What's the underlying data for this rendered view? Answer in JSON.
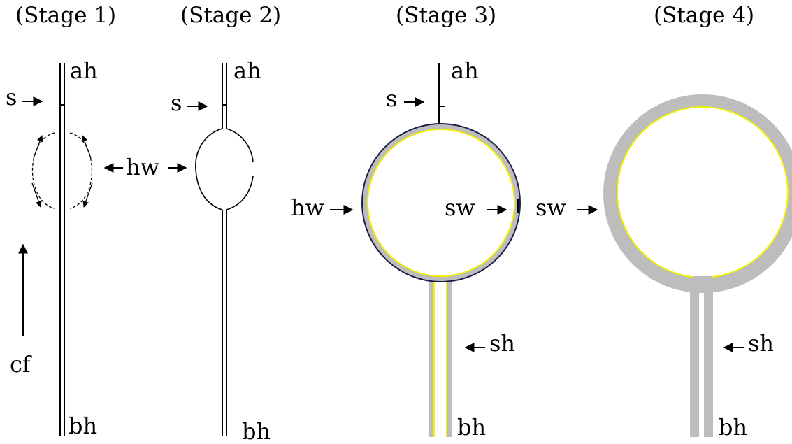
{
  "stages": [
    {
      "title": "(Stage 1)",
      "labels": {
        "ah": "ah",
        "s": "s",
        "hw": "hw",
        "cf": "cf",
        "bh": "bh"
      }
    },
    {
      "title": "(Stage 2)",
      "labels": {
        "ah": "ah",
        "s": "s",
        "bh": "bh"
      }
    },
    {
      "title": "(Stage 3)",
      "labels": {
        "ah": "ah",
        "s": "s",
        "hw": "hw",
        "sw": "sw",
        "sh": "sh",
        "bh": "bh"
      }
    },
    {
      "title": "(Stage 4)",
      "labels": {
        "sw": "sw",
        "sh": "sh",
        "bh": "bh"
      }
    }
  ],
  "colors": {
    "line": "#000000",
    "secondary_wall": "#bdbdbd",
    "inner_rim": "#f2f200",
    "primary_wall": "#1e1e4a"
  }
}
